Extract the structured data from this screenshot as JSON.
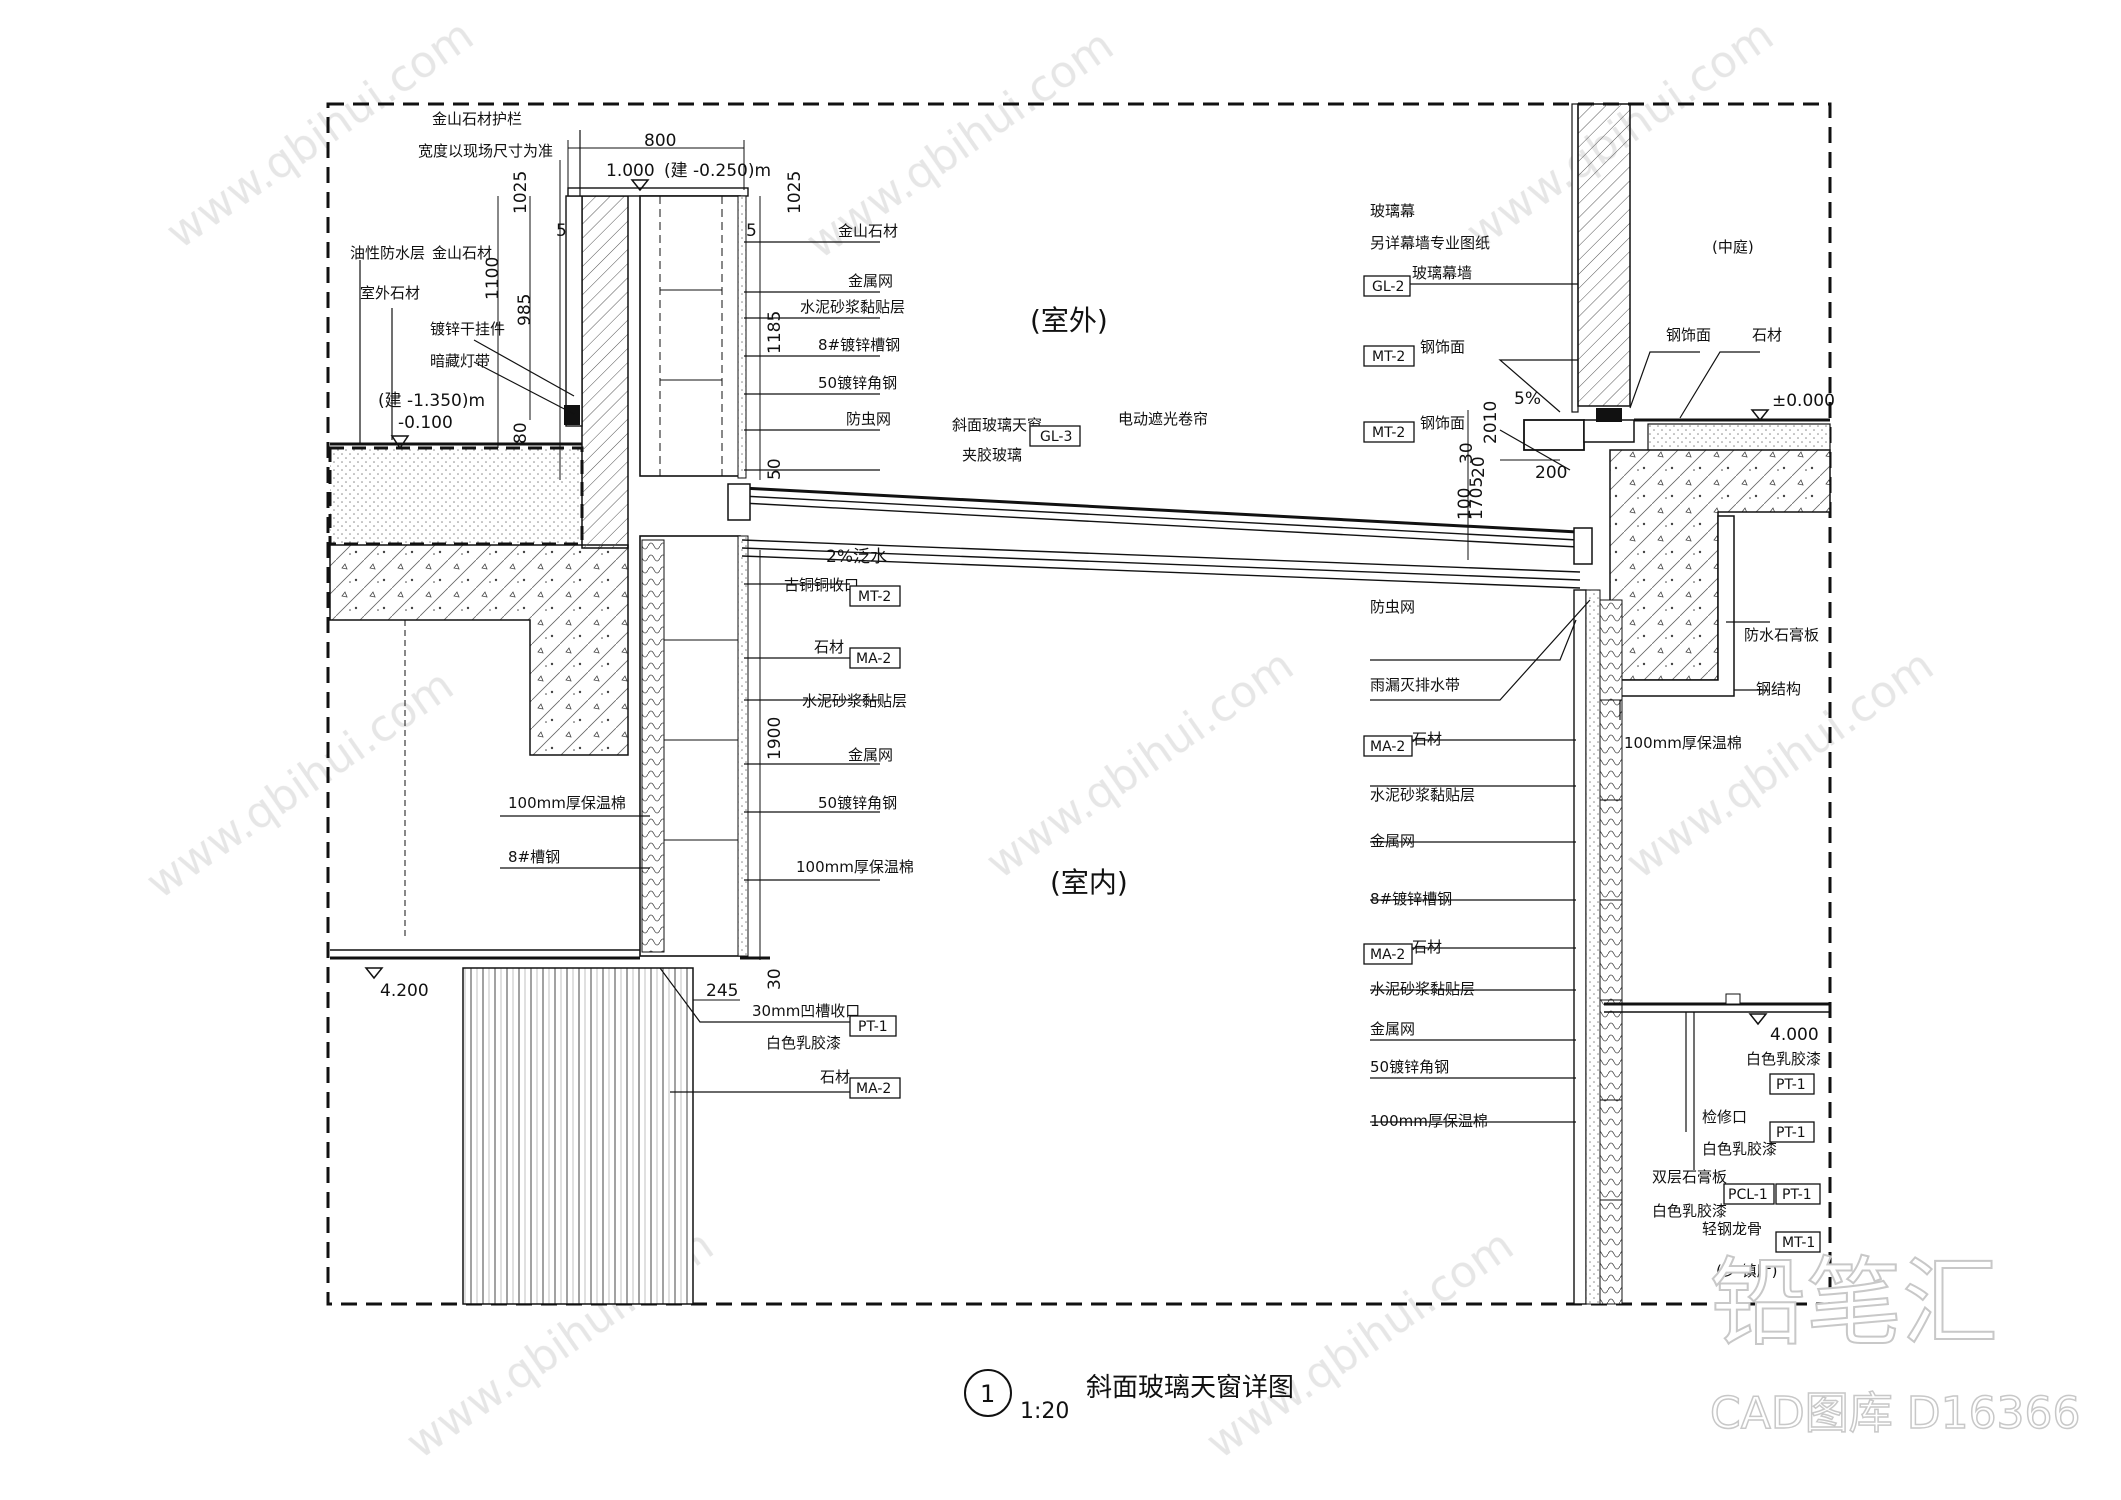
{
  "rooms": {
    "outdoor": "(室外)",
    "indoor": "(室内)"
  },
  "title": {
    "number": "1",
    "scale": "1:20",
    "name": "斜面玻璃天窗详图"
  },
  "watermark": {
    "brand": "铅笔汇",
    "code": "CAD图库 D16366",
    "url": "www.qbihui.com"
  },
  "dimensions": {
    "d800": "800",
    "d1025a": "1025",
    "d1025b": "1025",
    "d1100": "1100",
    "d985": "985",
    "d80": "80",
    "d5a": "5",
    "d5b": "5",
    "d1185": "1185",
    "d50": "50",
    "d1900": "1900",
    "d245": "245",
    "d30": "30",
    "d200": "200",
    "d2010": "2010",
    "d20": "20",
    "d30b": "30",
    "d1705": "1705",
    "d100": "100",
    "slope5": "5%",
    "slope2": "2%泛水"
  },
  "levels": {
    "l1000": "1.000",
    "lminus0250": "(建 -0.250)m",
    "lminus1350": "(建 -1.350)m",
    "lminus0100": "-0.100",
    "l4200": "4.200",
    "lpm0000": "±0.000",
    "l4000": "4.000"
  },
  "labels_left": {
    "rail1": "金山石材护栏",
    "rail2": "宽度以现场尺寸为准",
    "waterproof": "油性防水层",
    "stone_out": "室外石材",
    "jinshan": "金山石材",
    "hanger": "镀锌干挂件",
    "led": "暗藏灯带",
    "beam8": "8#槽钢",
    "insul100": "100mm厚保温棉",
    "groove30": "30mm凹槽收口",
    "latex": "白色乳胶漆",
    "stone": "石材"
  },
  "labels_mid": {
    "jinshan": "金山石材",
    "mesh": "金属网",
    "mortar": "水泥砂浆黏贴层",
    "beam8": "8#镀锌槽钢",
    "angle50": "50镀锌角钢",
    "screen": "防虫网",
    "glazing1": "斜面玻璃天窗",
    "glazing2": "夹胶玻璃",
    "shade": "电动遮光卷帘",
    "copper": "古铜铜收口",
    "stone": "石材",
    "mortar2": "水泥砂浆黏贴层",
    "mesh2": "金属网",
    "angle50b": "50镀锌角钢",
    "insul100": "100mm厚保温棉"
  },
  "labels_right": {
    "curtain1": "玻璃幕",
    "curtain2": "另详幕墙专业图纸",
    "glasswall": "玻璃幕墙",
    "steel1": "钢饰面",
    "steel2": "钢饰面",
    "courtyard": "(中庭)",
    "stone": "石材",
    "screen": "防虫网",
    "drip": "雨漏灭排水带",
    "stone2": "石材",
    "mortar": "水泥砂浆黏贴层",
    "mesh": "金属网",
    "beam8": "8#镀锌槽钢",
    "stone3": "石材",
    "mortar2": "水泥砂浆黏贴层",
    "mesh2": "金属网",
    "angle50": "50镀锌角钢",
    "insul100": "100mm厚保温棉",
    "gypsum": "防水石膏板",
    "steelstruct": "钢结构",
    "insul100b": "100mm厚保温棉",
    "latex": "白色乳胶漆",
    "access": "检修口",
    "latex2": "白色乳胶漆",
    "gypsum2": "双层石膏板",
    "latex3": "白色乳胶漆",
    "keel": "轻钢龙骨",
    "ceiling": "(乡 镇厅)"
  },
  "tags": {
    "gl3": "GL-3",
    "gl2": "GL-2",
    "mt2a": "MT-2",
    "mt2b": "MT-2",
    "mt2c": "MT-2",
    "ma2a": "MA-2",
    "ma2b": "MA-2",
    "ma2c": "MA-2",
    "ma2d": "MA-2",
    "pt1a": "PT-1",
    "pt1b": "PT-1",
    "pt1c": "PT-1",
    "pt1d": "PT-1",
    "pcl1": "PCL-1",
    "mt1": "MT-1"
  }
}
